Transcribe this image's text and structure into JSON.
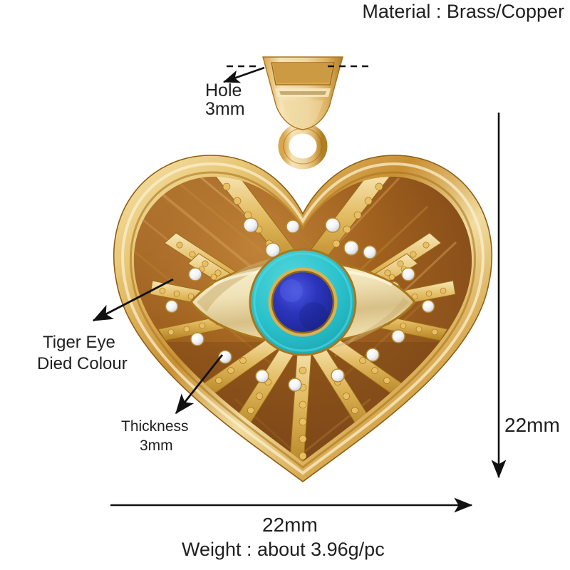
{
  "product": {
    "type": "evil-eye-heart-pendant",
    "material_label": "Material : Brass/Copper",
    "weight_label": "Weight : about 3.96g/pc",
    "width_label": "22mm",
    "height_label": "22mm",
    "hole_label_line1": "Hole",
    "hole_label_line2": "3mm",
    "stone_label_line1": "Tiger Eye",
    "stone_label_line2": "Died Colour",
    "thickness_label_line1": "Thickness",
    "thickness_label_line2": "3mm"
  },
  "colors": {
    "background": "#ffffff",
    "text": "#1f1f1f",
    "dimension_line": "#111111",
    "gold_light": "#F4E0A8",
    "gold_mid": "#E0B558",
    "gold_deep": "#C1852A",
    "gold_shadow": "#9A6416",
    "tiger_eye_dark": "#6E3C14",
    "tiger_eye_mid": "#9C5A20",
    "tiger_eye_light": "#C98A3C",
    "eye_white": "#F3E7C2",
    "eye_turquoise": "#2EC3CC",
    "eye_turquoise_deep": "#1FA8B5",
    "eye_pupil": "#2730B4",
    "eye_pupil_light": "#3B49D8",
    "cz_stone": "#FFFFFF"
  },
  "annotations": {
    "hole_dash_left": "dashed-leader-left",
    "hole_dash_right": "dashed-leader-right",
    "hole_arrow": "arrow-to-bail-hole",
    "stone_arrow": "arrow-to-tiger-eye-stone",
    "thickness_arrow": "arrow-to-edge-thickness",
    "width_arrow": "horizontal-dimension-arrow",
    "height_arrow": "vertical-dimension-arrow"
  },
  "icons": {
    "heart": "heart-pendant-icon",
    "eye": "evil-eye-icon",
    "bail": "bail-loop-icon",
    "rays": "sunburst-rays-icon",
    "cz": "cz-stone-icon"
  }
}
